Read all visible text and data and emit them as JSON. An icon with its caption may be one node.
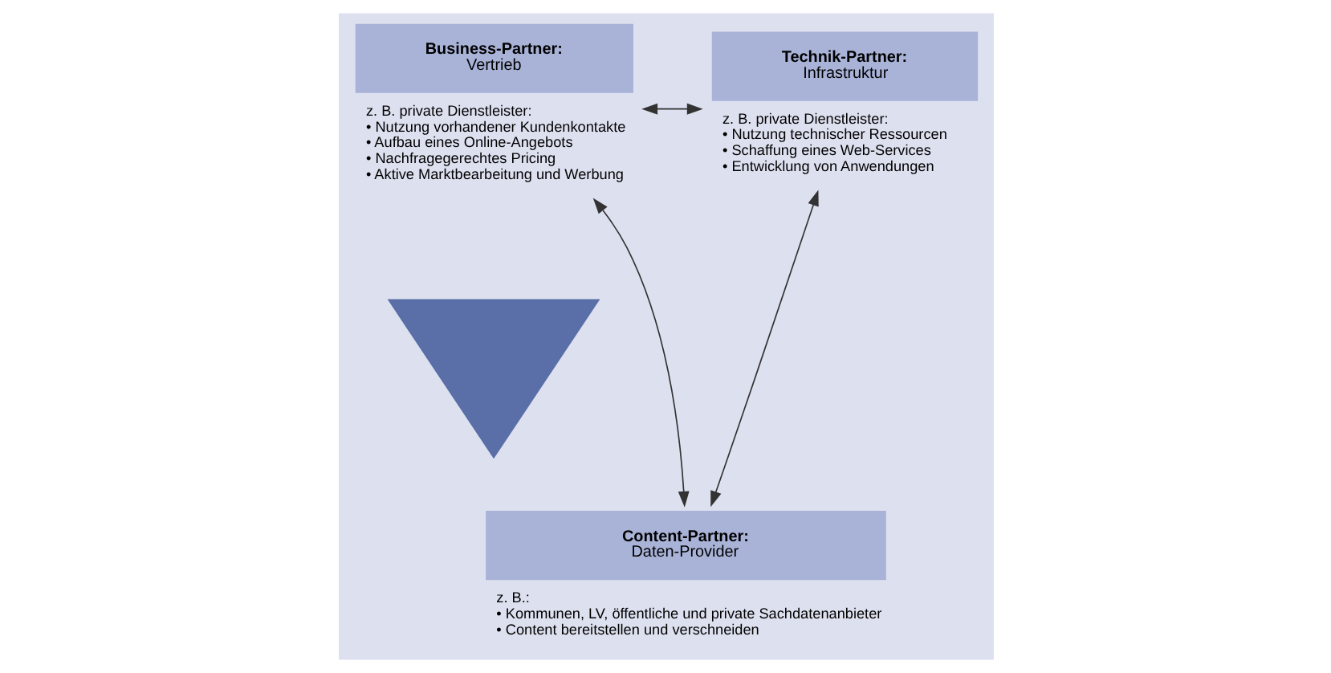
{
  "diagram": {
    "nodes": [
      {
        "text": [
          "Business-Partner:",
          "Vertrieb"
        ],
        "beside": [
          "z. B. private Dienstleister:",
          "• Nutzung vorhandener Kundenkontakte",
          "• Aufbau eines Online-Angebots",
          "• Nachfragegerechtes Pricing",
          "• Aktive Marktbearbeitung und Werbung"
        ]
      },
      {
        "text": [
          "Technik-Partner:",
          "Infrastruktur"
        ],
        "beside": [
          "z. B. private Dienstleister:",
          "• Nutzung technischer Ressourcen",
          "• Schaffung eines Web-Services",
          "• Entwicklung von Anwendungen"
        ]
      },
      {
        "text": [],
        "shape": "triangle"
      },
      {
        "text": [
          "Content-Partner:",
          "Daten-Provider"
        ],
        "beside": [
          "z. B.:",
          "• Kommunen, LV, öffentliche und private Sachdatenanbieter",
          "• Content bereitstellen und verschneiden"
        ]
      }
    ],
    "edges": [
      {
        "from": 0,
        "to": 1,
        "arrow": "both"
      },
      {
        "from": 0,
        "to": 3,
        "arrow": "both"
      },
      {
        "from": 1,
        "to": 3,
        "arrow": "both"
      }
    ]
  }
}
